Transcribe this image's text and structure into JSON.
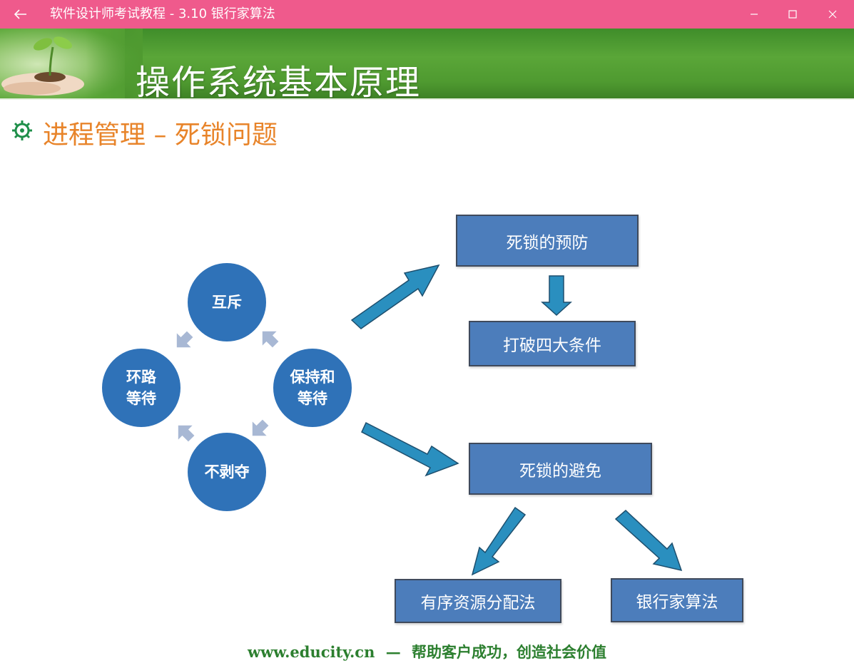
{
  "window": {
    "title": "软件设计师考试教程 - 3.10  银行家算法"
  },
  "slide": {
    "header_title": "操作系统基本原理",
    "section_title": "进程管理 – 死锁问题",
    "conditions": [
      "互斥",
      "保持和\n等待",
      "不剥夺",
      "环路\n等待"
    ],
    "prevention_box": "死锁的预防",
    "break_conditions_box": "打破四大条件",
    "avoidance_box": "死锁的避免",
    "ordered_allocation_box": "有序资源分配法",
    "bankers_box": "银行家算法",
    "footer_site": "www.educity.cn",
    "footer_dash": "—",
    "footer_slogan": "帮助客户成功，创造社会价值"
  },
  "colors": {
    "titlebar": "#ef5a8c",
    "header_green": "#5aa638",
    "section_orange": "#e8842a",
    "circle_blue": "#2f72b8",
    "box_blue": "#4c7dbb",
    "big_arrow": "#2a8fbf",
    "small_arrow": "#a8b8d4",
    "footer_green": "#2c7f2f"
  },
  "icons": {
    "back": "back-arrow-icon",
    "minimize": "minimize-icon",
    "maximize": "maximize-icon",
    "close": "close-icon",
    "bullet": "dharma-wheel-bullet-icon"
  }
}
